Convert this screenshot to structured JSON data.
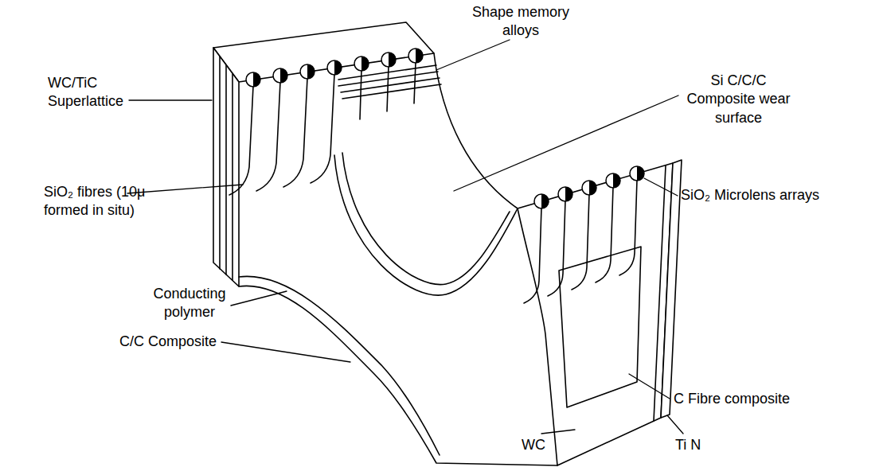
{
  "diagram": {
    "labels": [
      "Shape memory alloys",
      "WC/TiC Superlattice",
      "Si C/C/C Composite wear surface",
      "SiO₂ fibres (10μ formed in situ)",
      "SiO₂ Microlens arrays",
      "Conducting polymer",
      "C/C Composite",
      "C Fibre composite",
      "WC",
      "Ti N"
    ]
  }
}
